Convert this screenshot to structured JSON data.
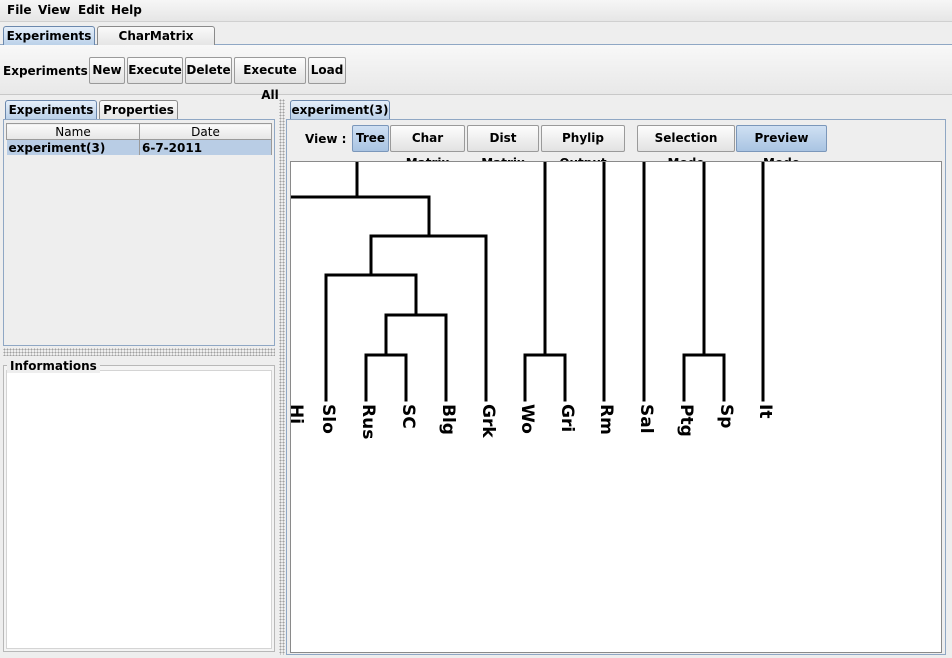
{
  "menubar": {
    "items": [
      "File",
      "View",
      "Edit",
      "Help"
    ]
  },
  "top_tabs": [
    "Experiments",
    "CharMatrix Editor"
  ],
  "toolbar": {
    "label": "Experiments :",
    "buttons": [
      "New",
      "Execute",
      "Delete",
      "Execute All",
      "Load"
    ]
  },
  "left": {
    "tabs": [
      "Experiments",
      "Properties"
    ],
    "table": {
      "headers": [
        "Name",
        "Date"
      ],
      "rows": [
        {
          "name": "experiment(3)",
          "date": "6-7-2011"
        }
      ]
    },
    "informations_title": "Informations"
  },
  "right": {
    "doc_tab": "experiment(3)",
    "view_label": "View :",
    "view_buttons": [
      "Tree",
      "Char Matrix",
      "Dist Matrix",
      "Phylip Output"
    ],
    "mode_buttons": [
      "Selection Mode",
      "Preview Mode"
    ],
    "active_view": "Tree",
    "active_mode": "Preview Mode"
  },
  "tree": {
    "leaves": [
      "Hi",
      "Slo",
      "Rus",
      "SC",
      "Blg",
      "Grk",
      "Wo",
      "Gri",
      "Rm",
      "Sal",
      "Ptg",
      "Sp",
      "It"
    ],
    "line_color": "#000000"
  }
}
